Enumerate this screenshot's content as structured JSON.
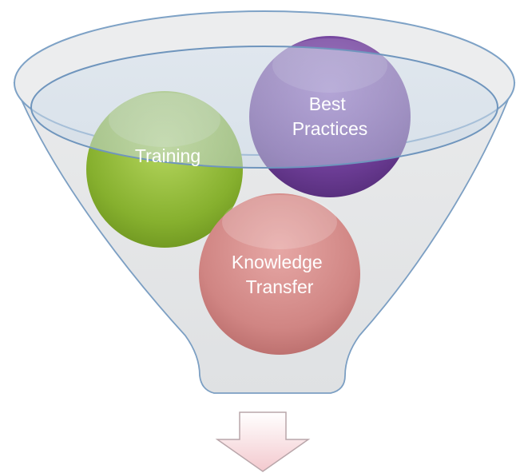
{
  "diagram": {
    "type": "funnel",
    "items": [
      {
        "lines": [
          "Training"
        ],
        "color": "#8fb83a"
      },
      {
        "lines": [
          "Best",
          "Practices"
        ],
        "color": "#6f3f9a"
      },
      {
        "lines": [
          "Knowledge",
          "Transfer"
        ],
        "color": "#d38a88"
      }
    ],
    "output_arrow": {
      "color": "#f6d5d8"
    }
  }
}
